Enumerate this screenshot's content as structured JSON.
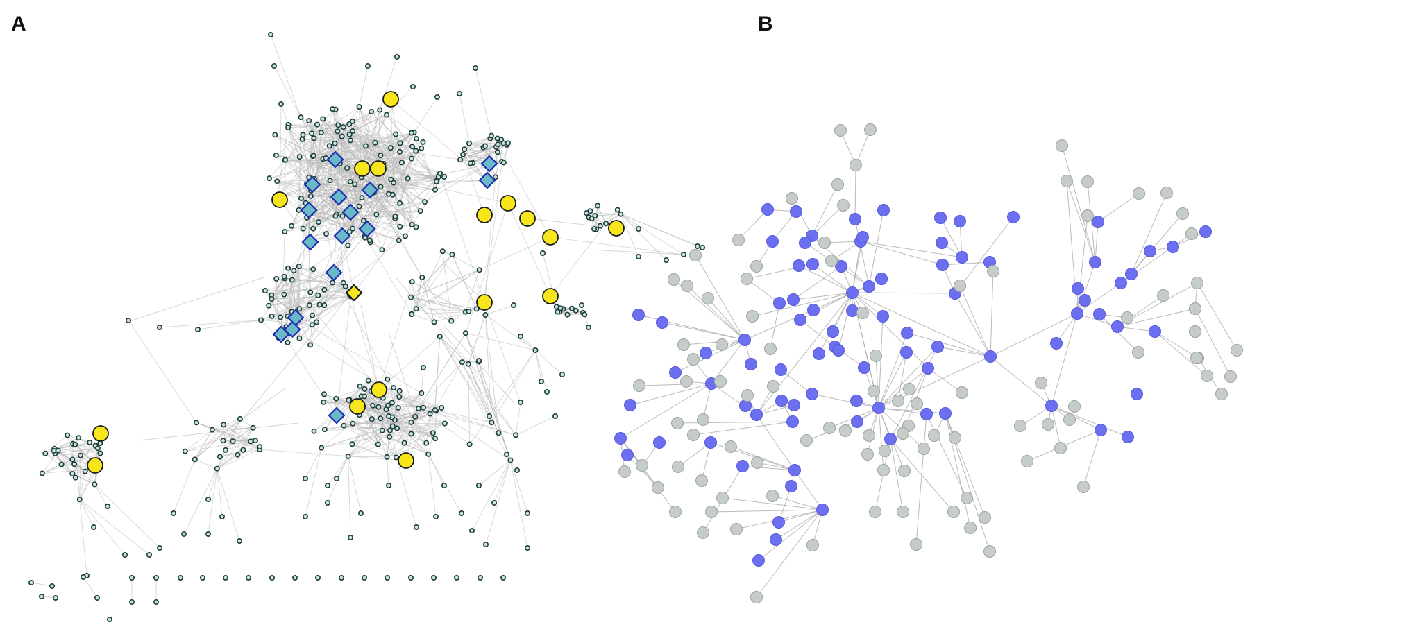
{
  "panels": [
    {
      "id": "A",
      "label": "A",
      "colors": {
        "edge": "#b8b8b8",
        "small_fill": "#c8e4df",
        "small_stroke": "#1e3a3a",
        "hub_fill": "#f7e61c",
        "hub_stroke": "#1a1a1a",
        "diamond_fill": "#6ab9c8",
        "diamond_stroke": "#1e2fae",
        "special_diamond_fill": "#f7e61c",
        "special_diamond_stroke": "#1a1a1a"
      },
      "node_types": [
        "small-node",
        "hub-node",
        "diamond-node",
        "special-diamond-node"
      ]
    },
    {
      "id": "B",
      "label": "B",
      "colors": {
        "edge": "#a9a9a9",
        "gray_fill": "#c6cdc9",
        "gray_stroke": "#9aa39f",
        "blue_fill": "#6b6ff0",
        "blue_stroke": "#5558d8"
      },
      "node_types": [
        "gray-node",
        "blue-node"
      ]
    }
  ]
}
